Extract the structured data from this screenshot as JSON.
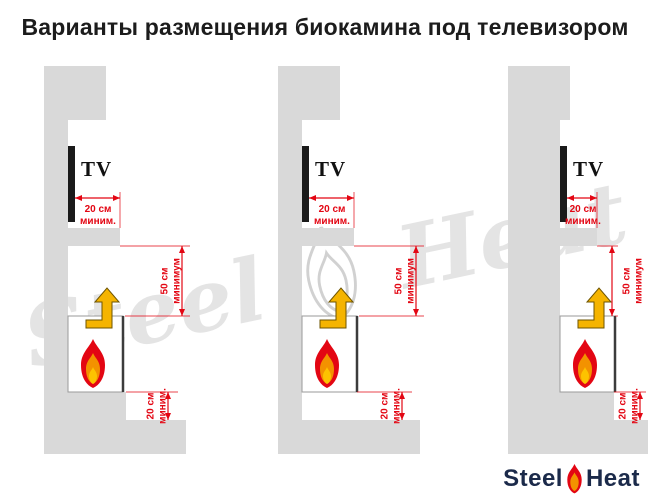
{
  "title": "Варианты размещения биокамина под телевизором",
  "colors": {
    "wall": "#d9d9d9",
    "accent_red": "#e30613",
    "flame_orange": "#f39200",
    "arrow_yellow": "#f5b400",
    "arrow_outline": "#6e5400",
    "logo_navy": "#1b2a4a",
    "title_text": "#1c1c1c"
  },
  "panels": [
    {
      "tv_label": "TV",
      "shelf_depth": {
        "value": "20 см",
        "note": "миним."
      },
      "gap": {
        "value": "50 см",
        "note": "минимум"
      },
      "floor_gap": {
        "value": "20 см",
        "note": "миним."
      }
    },
    {
      "tv_label": "TV",
      "shelf_depth": {
        "value": "20 см",
        "note": "миним."
      },
      "gap": {
        "value": "50 см",
        "note": "минимум"
      },
      "floor_gap": {
        "value": "20 см",
        "note": "миним."
      }
    },
    {
      "tv_label": "TV",
      "shelf_depth": {
        "value": "20 см",
        "note": "миним."
      },
      "gap": {
        "value": "50 см",
        "note": "минимум"
      },
      "floor_gap": {
        "value": "20 см",
        "note": "миним."
      }
    }
  ],
  "watermark": {
    "left": "Steel",
    "right": "Heat"
  },
  "logo": {
    "left": "Steel",
    "right": "Heat"
  }
}
